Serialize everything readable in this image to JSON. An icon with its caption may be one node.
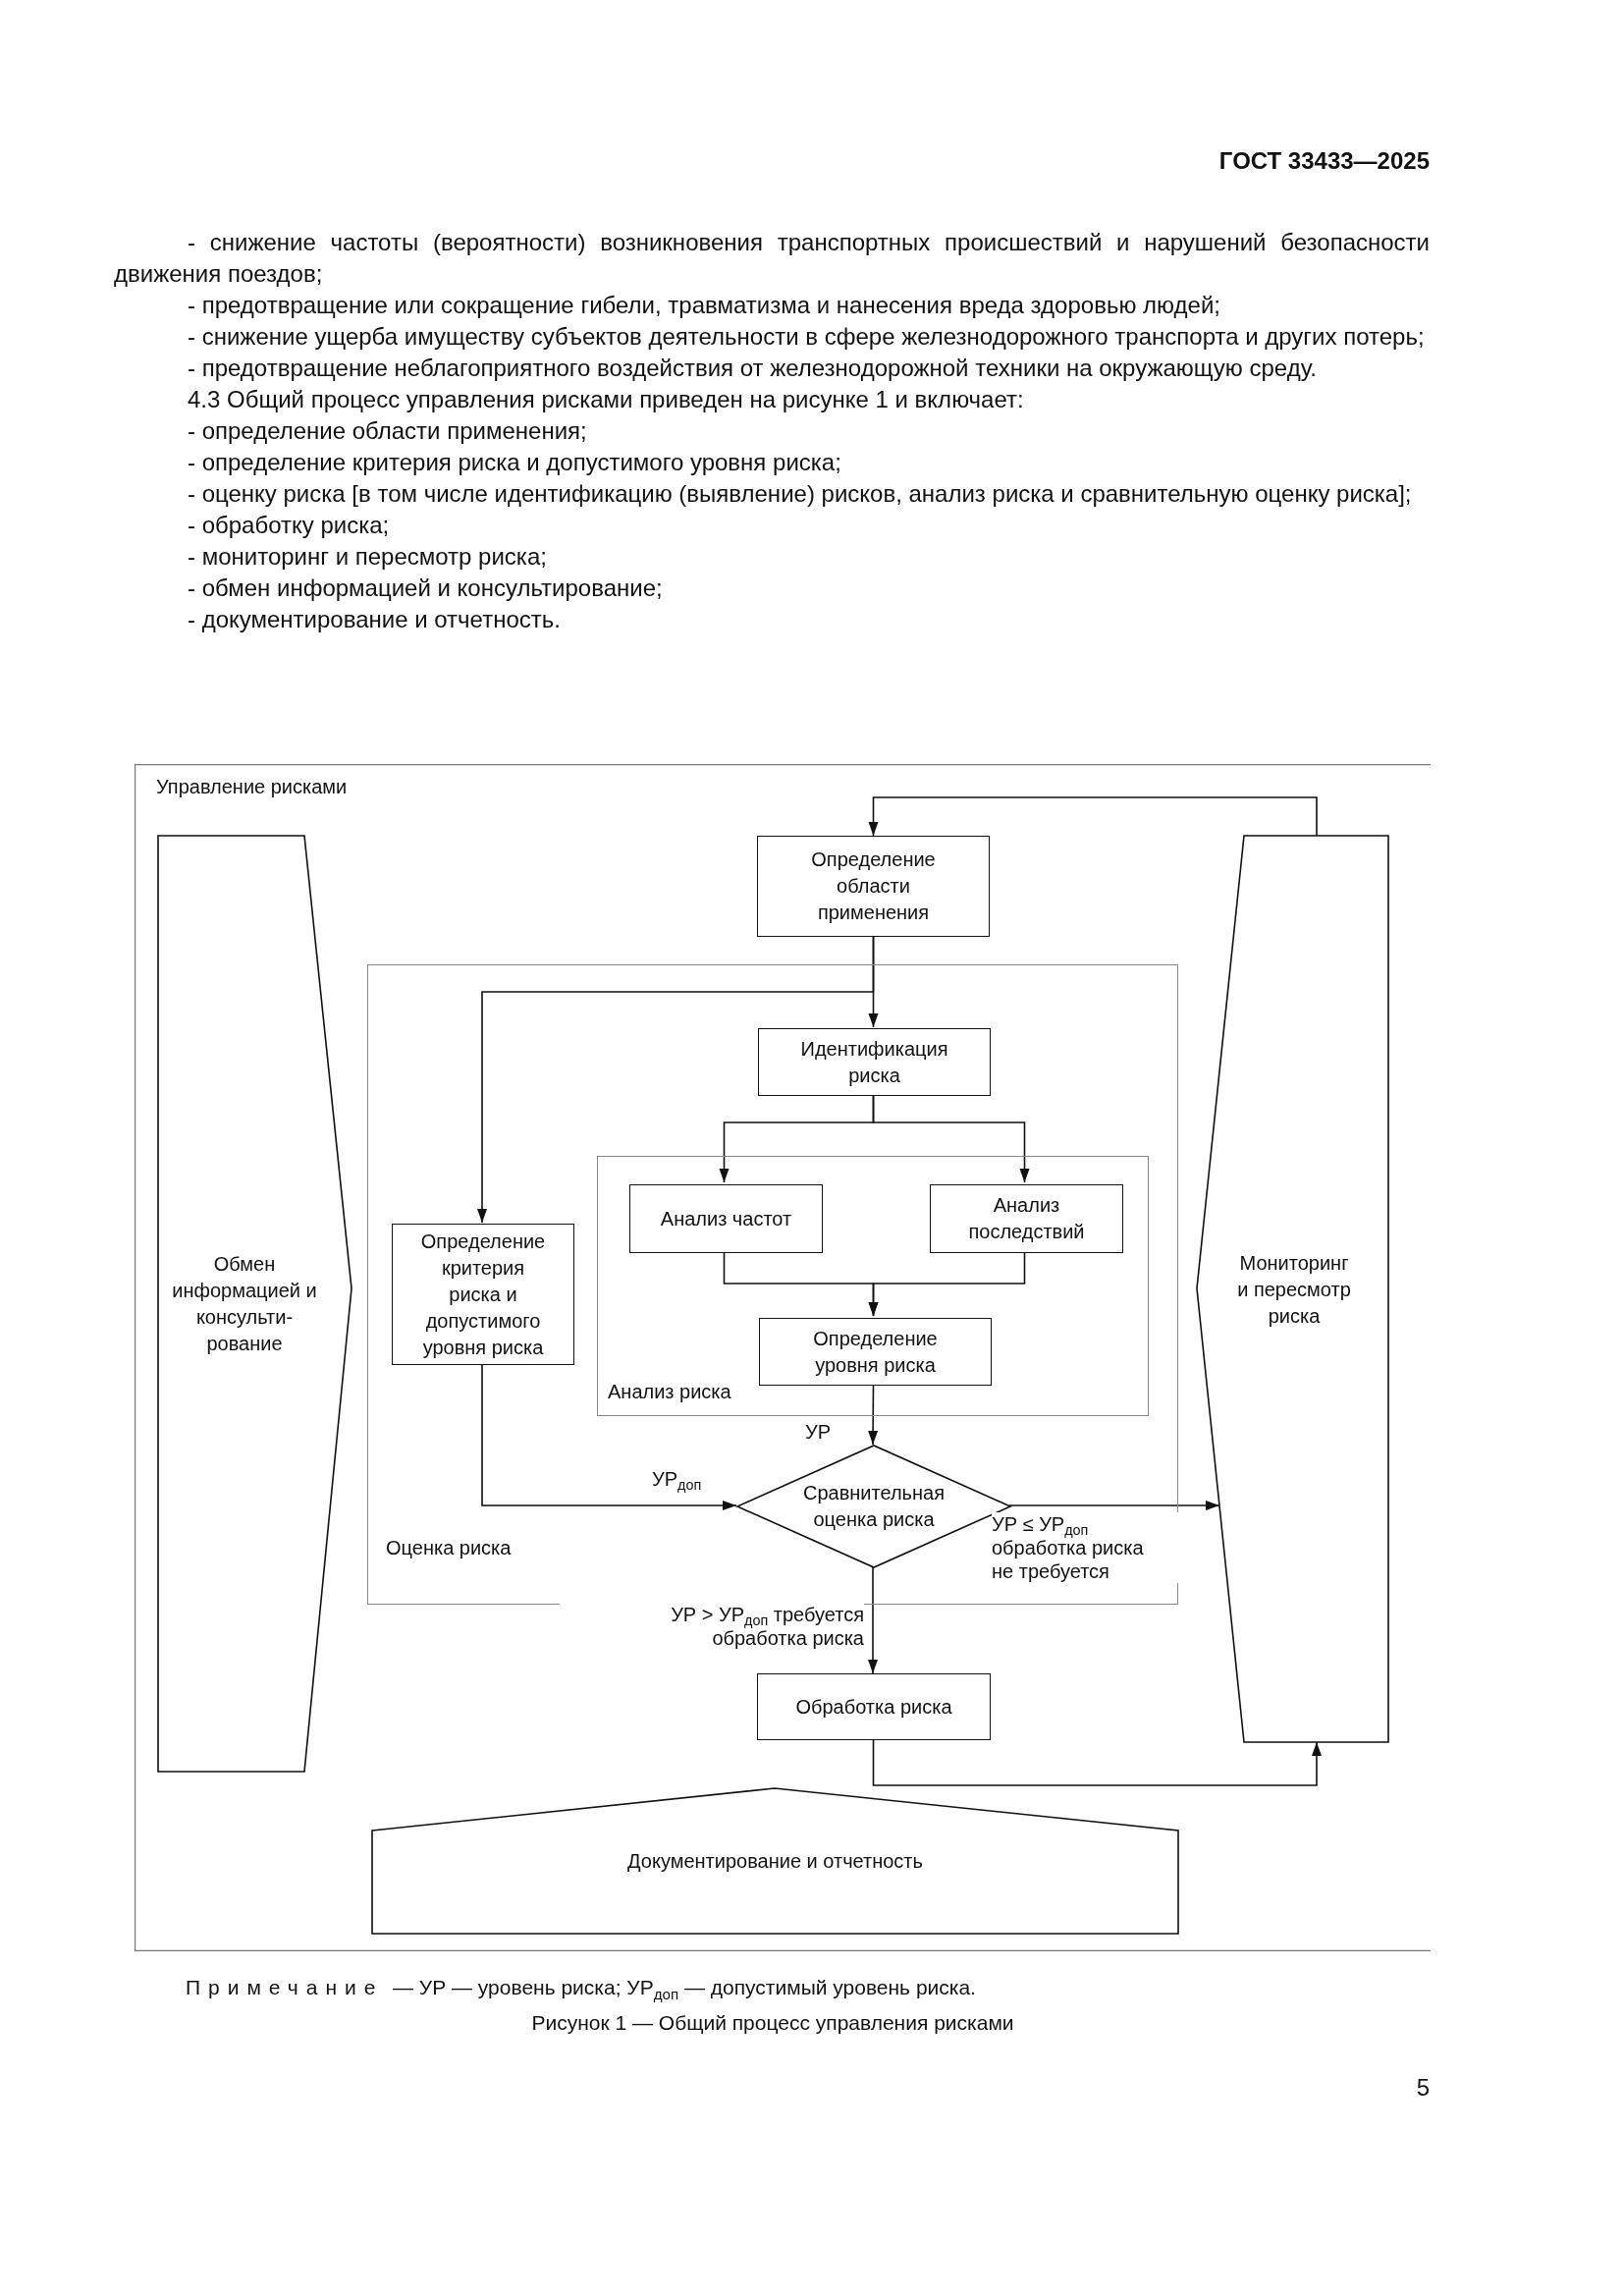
{
  "diagram": {
    "caption": "Рисунок 1 — Общий процесс управления рисками",
    "nodes": [
      {
        "text": [
          "Управление рисками"
        ]
      },
      {
        "text": [
          "Обмен информацией и консульти-рование"
        ],
        "in": 0
      },
      {
        "text": [
          "Определение области применения"
        ],
        "in": 0
      },
      {
        "text": [
          "Оценка риска"
        ],
        "in": 0
      },
      {
        "text": [
          "Определение критерия риска и допустимого уровня риска"
        ],
        "in": 3
      },
      {
        "text": [
          "Идентификация риска"
        ],
        "in": 3
      },
      {
        "text": [
          "Анализ риска"
        ],
        "in": 3
      },
      {
        "text": [
          "Анализ частот"
        ],
        "in": 6
      },
      {
        "text": [
          "Анализ последствий"
        ],
        "in": 6
      },
      {
        "text": [
          "Определение уровня риска"
        ],
        "in": 6
      },
      {
        "text": [
          "Сравнительная оценка риска"
        ],
        "in": 3
      },
      {
        "text": [
          "Обработка риска"
        ],
        "in": 0
      },
      {
        "text": [
          "Мониторинг и пересмотр риска"
        ],
        "in": 0
      },
      {
        "text": [
          "Документирование и отчетность"
        ],
        "in": 0
      }
    ],
    "edges": [
      {
        "from": 2,
        "to": 5,
        "arrow": "to"
      },
      {
        "from": 2,
        "to": 4,
        "arrow": "to"
      },
      {
        "from": 5,
        "to": 7,
        "arrow": "to"
      },
      {
        "from": 5,
        "to": 8,
        "arrow": "to"
      },
      {
        "from": 7,
        "to": 9,
        "arrow": "to"
      },
      {
        "from": 8,
        "to": 9,
        "arrow": "to"
      },
      {
        "from": 9,
        "to": 10,
        "arrow": "to",
        "label": "УР"
      },
      {
        "from": 4,
        "to": 10,
        "arrow": "to",
        "label": "УР$_{доп}$"
      },
      {
        "from": 10,
        "to": 12,
        "arrow": "to",
        "label": "УР ≤ УР$_{доп}$ обработка риска не требуется"
      },
      {
        "from": 10,
        "to": 11,
        "arrow": "to",
        "label": "УР > УР$_{доп}$ требуется обработка риска"
      },
      {
        "from": 11,
        "to": 12,
        "arrow": "to"
      },
      {
        "from": 12,
        "to": 2,
        "arrow": "to"
      }
    ],
    "labels": [
      "ГОСТ 33433—2025",
      "- снижение частоты (вероятности) возникновения транспортных происшествий и нарушений безопасности движения поездов;",
      "- предотвращение или сокращение гибели, травматизма и нанесения вреда здоровью людей;",
      "- снижение ущерба имуществу субъектов деятельности в сфере железнодорожного транспорта и других потерь;",
      "- предотвращение неблагоприятного воздействия от железнодорожной техники на окружающую среду.",
      "4.3 Общий процесс управления рисками приведен на рисунке 1 и включает:",
      "- определение области применения;",
      "- определение критерия риска и допустимого уровня риска;",
      "- оценку риска [в том числе идентификацию (выявление) рисков, анализ риска и сравнительную оценку риска];",
      "- обработку риска;",
      "- мониторинг и пересмотр риска;",
      "- обмен информацией и консультирование;",
      "- документирование и отчетность.",
      "Примечание",
      "— УР — уровень риска; УР$_{доп}$ — допустимый уровень риска.",
      "5"
    ]
  }
}
